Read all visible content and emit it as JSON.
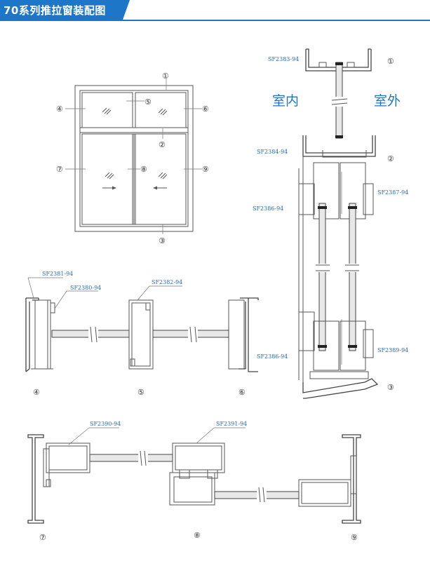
{
  "title": "70系列推拉窗装配图",
  "rooms": {
    "indoor": "室内",
    "outdoor": "室外"
  },
  "callouts": [
    "①",
    "②",
    "③",
    "④",
    "⑤",
    "⑥",
    "⑦",
    "⑧",
    "⑨"
  ],
  "labels": {
    "sf2383": "SF2383-94",
    "sf2384": "SF2384-94",
    "sf2387": "SF2387-94",
    "sf2386a": "SF2386-94",
    "sf2386b": "SF2386-94",
    "sf2389": "SF2389-94",
    "sf2381": "SF2381-94",
    "sf2380": "SF2380-94",
    "sf2382": "SF2382-94",
    "sf2390": "SF2390-94",
    "sf2391": "SF2391-94"
  }
}
